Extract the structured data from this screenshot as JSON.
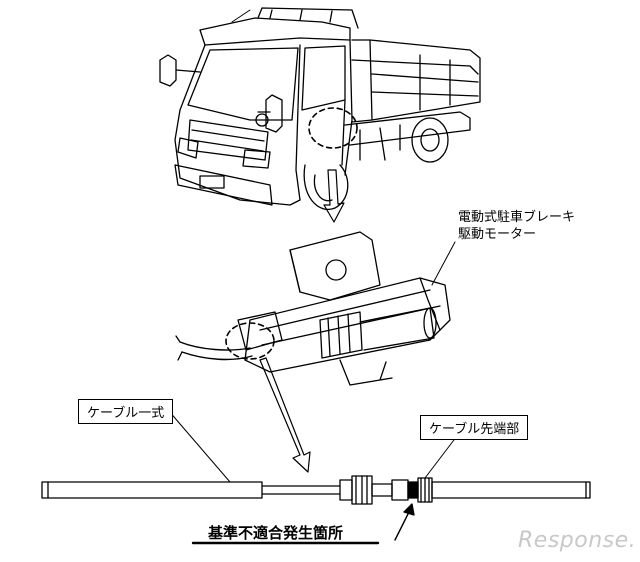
{
  "labels": {
    "motor_line1": "電動式駐車ブレーキ",
    "motor_line2": "駆動モーター",
    "cable_assembly": "ケーブル一式",
    "cable_tip": "ケーブル先端部",
    "defect_location": "基準不適合発生箇所"
  },
  "watermark": "Response."
}
